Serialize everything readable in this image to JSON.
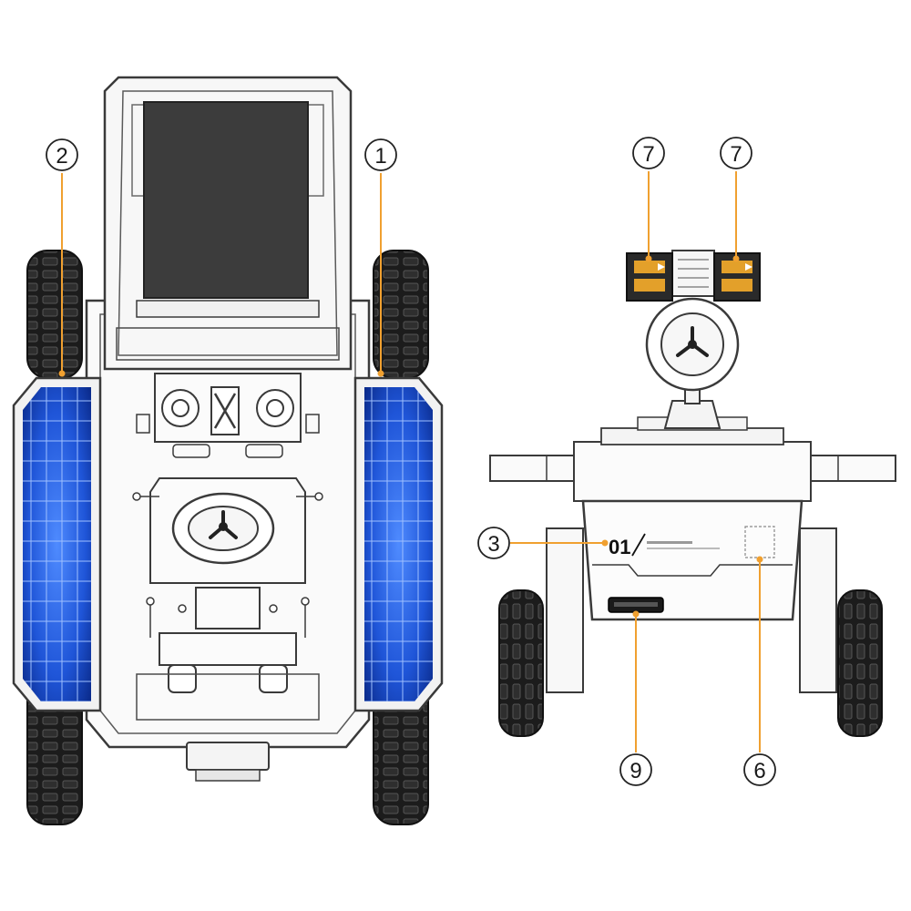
{
  "callouts": {
    "c1": "1",
    "c2": "2",
    "c3": "3",
    "c6": "6",
    "c7a": "7",
    "c7b": "7",
    "c9": "9"
  },
  "robot_side": {
    "model_number": "01"
  },
  "colors": {
    "leader_line": "#f0a030",
    "solar_panel": "#1f55d8",
    "outline": "#3a3a3a",
    "screen": "#3c3c3c",
    "tire": "#1c1c1c",
    "charge_panel": "#e3a02a"
  }
}
